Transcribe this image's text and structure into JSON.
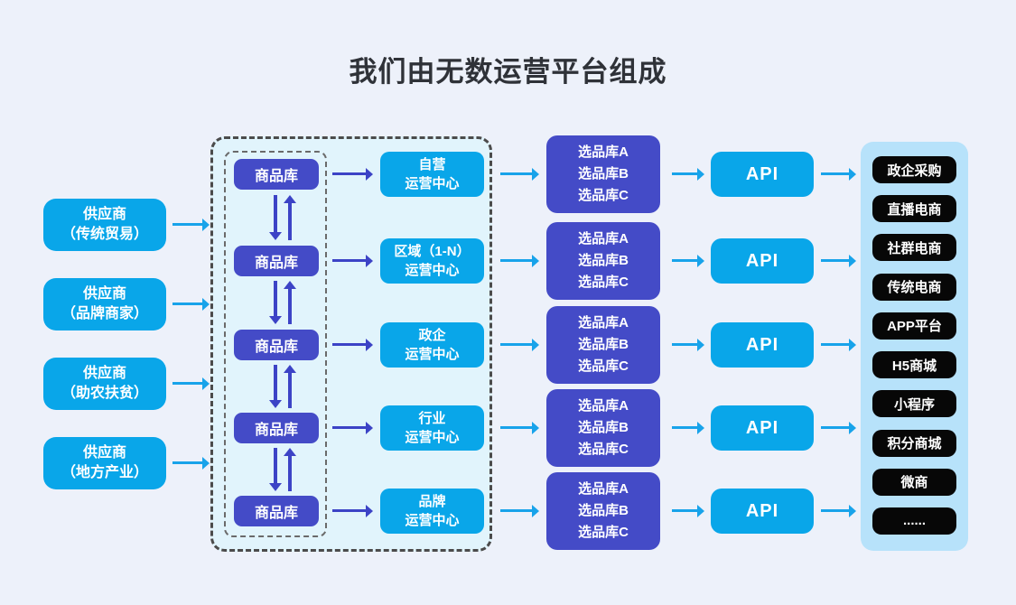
{
  "title": "我们由无数运营平台组成",
  "suppliers": [
    {
      "line1": "供应商",
      "line2": "（传统贸易）"
    },
    {
      "line1": "供应商",
      "line2": "（品牌商家）"
    },
    {
      "line1": "供应商",
      "line2": "（助农扶贫）"
    },
    {
      "line1": "供应商",
      "line2": "（地方产业）"
    }
  ],
  "product_store": {
    "label": "商品库"
  },
  "operation_centers": [
    {
      "line1": "自营",
      "line2": "运营中心"
    },
    {
      "line1": "区域（1-N）",
      "line2": "运营中心"
    },
    {
      "line1": "政企",
      "line2": "运营中心"
    },
    {
      "line1": "行业",
      "line2": "运营中心"
    },
    {
      "line1": "品牌",
      "line2": "运营中心"
    }
  ],
  "selection_store": {
    "lines": [
      "选品库A",
      "选品库B",
      "选品库C"
    ]
  },
  "api": {
    "label": "API"
  },
  "channels": [
    "政企采购",
    "直播电商",
    "社群电商",
    "传统电商",
    "APP平台",
    "H5商城",
    "小程序",
    "积分商城",
    "微商",
    "......"
  ],
  "colors": {
    "pageBg": "#edf1fa",
    "titleColor": "#2f3238",
    "brightBlue": "#09a6e9",
    "indigo": "#444bc7",
    "arrowBlue": "#18a3ea",
    "arrowIndigo": "#3c43c6",
    "panelBg": "#b7e2fa",
    "pillBg": "#070707",
    "dashFill": "#e1f4fc",
    "dashBorderDark": "#4b4b4b",
    "dashBorderLight": "#6a6a6a"
  }
}
